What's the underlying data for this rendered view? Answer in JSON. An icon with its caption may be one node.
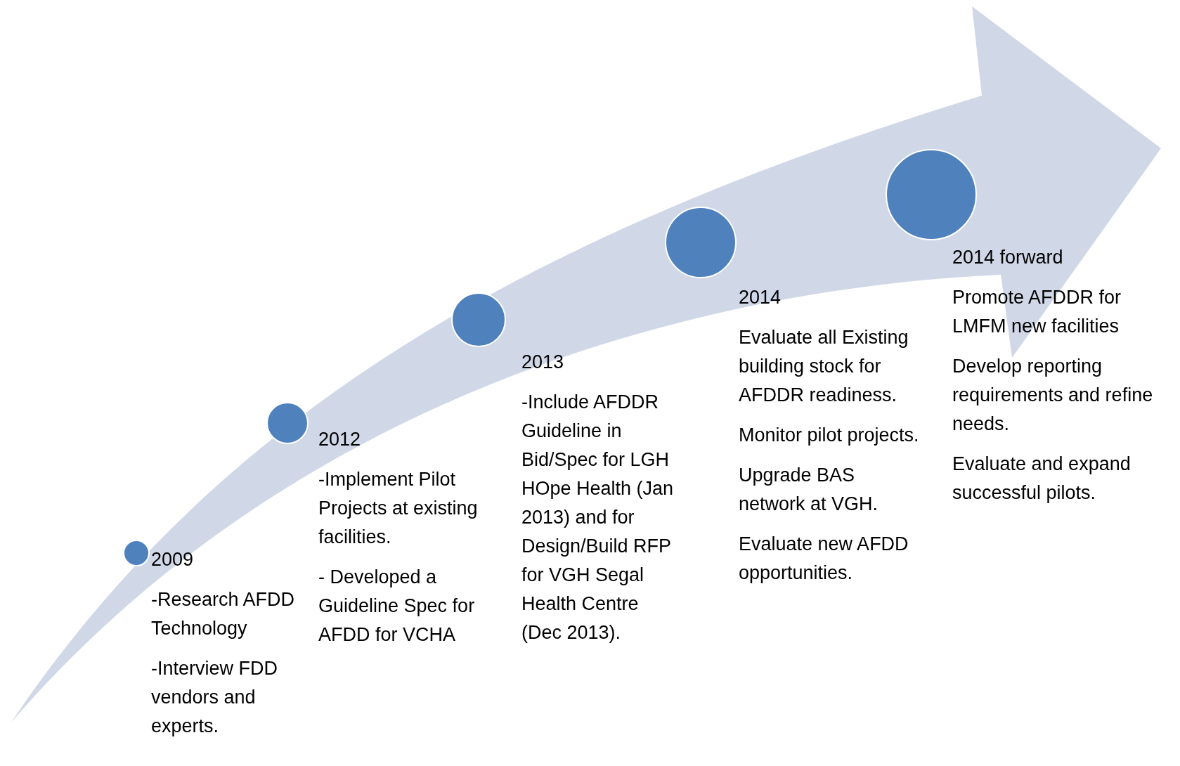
{
  "diagram": {
    "nodes": [
      {
        "text": [],
        "shape": "circle",
        "beside": [
          "2009",
          "-Research AFDD Technology",
          "-Interview FDD vendors and experts."
        ]
      },
      {
        "text": [],
        "shape": "circle",
        "beside": [
          "2012",
          "-Implement Pilot Projects at existing facilities.",
          "- Developed a Guideline Spec for AFDD for VCHA"
        ]
      },
      {
        "text": [],
        "shape": "circle",
        "beside": [
          "2013",
          "-Include AFDDR Guideline in Bid/Spec for LGH HOpe Health (Jan 2013) and for Design/Build RFP for VGH Segal Health Centre (Dec 2013)."
        ]
      },
      {
        "text": [],
        "shape": "circle",
        "beside": [
          "2014",
          "Evaluate all Existing building stock for AFDDR readiness.",
          "Monitor pilot projects.",
          "Upgrade BAS network at VGH.",
          "Evaluate new AFDD opportunities."
        ]
      },
      {
        "text": [],
        "shape": "circle",
        "beside": [
          "2014 forward",
          "Promote AFDDR for LMFM new facilities",
          "Develop reporting requirements and refine needs.",
          "Evaluate and expand successful pilots."
        ]
      }
    ],
    "edges": []
  }
}
